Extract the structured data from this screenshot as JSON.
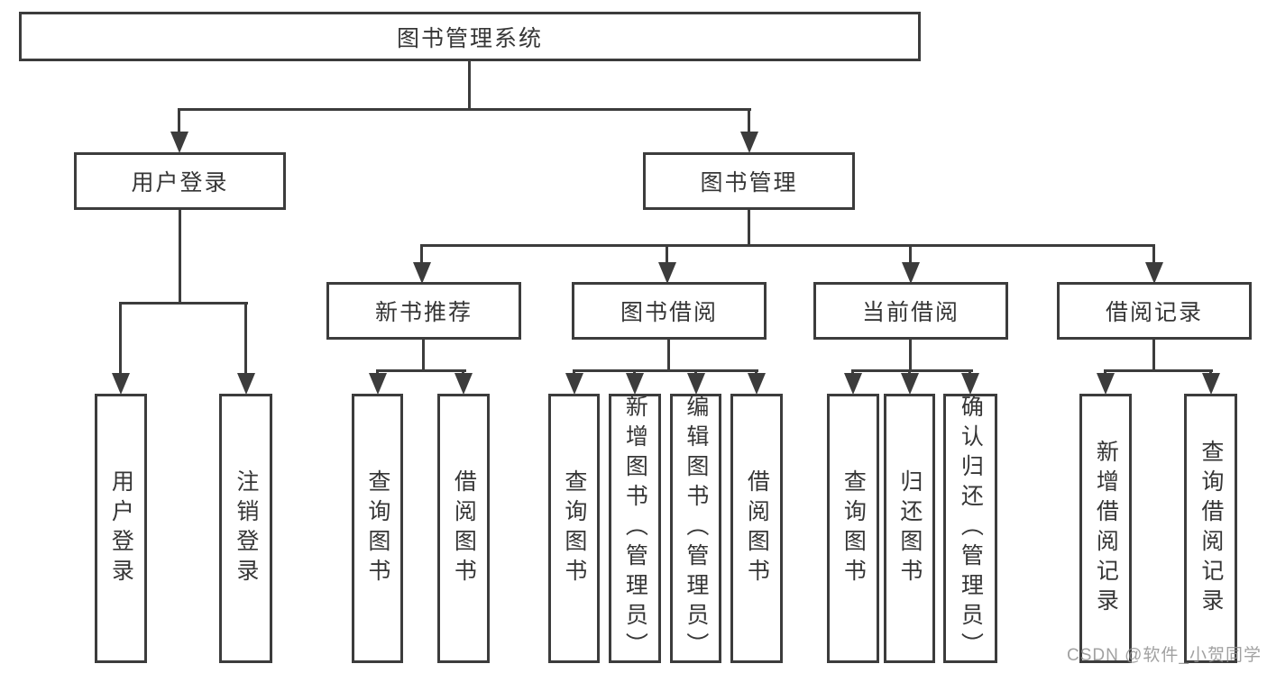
{
  "colors": {
    "line": "#3c3c3c",
    "text": "#363636",
    "box_background": "#ffffff",
    "watermark": "#919191"
  },
  "nodes": {
    "root": {
      "label": "图书管理系统"
    },
    "user_login": {
      "label": "用户登录"
    },
    "book_mgmt": {
      "label": "图书管理"
    },
    "new_book_rec": {
      "label": "新书推荐"
    },
    "book_borrow": {
      "label": "图书借阅"
    },
    "current_borrow": {
      "label": "当前借阅"
    },
    "borrow_records": {
      "label": "借阅记录"
    },
    "leaf_user_login": {
      "label": "用户登录"
    },
    "leaf_logout": {
      "label": "注销登录"
    },
    "leaf_nb_query": {
      "label": "查询图书"
    },
    "leaf_nb_borrow": {
      "label": "借阅图书"
    },
    "leaf_bb_query": {
      "label": "查询图书"
    },
    "leaf_bb_add": {
      "label": "新增图书（管理员）"
    },
    "leaf_bb_edit": {
      "label": "编辑图书（管理员）"
    },
    "leaf_bb_borrow": {
      "label": "借阅图书"
    },
    "leaf_cb_query": {
      "label": "查询图书"
    },
    "leaf_cb_return": {
      "label": "归还图书"
    },
    "leaf_cb_confirm": {
      "label": "确认归还（管理员）"
    },
    "leaf_br_add": {
      "label": "新增借阅记录"
    },
    "leaf_br_query": {
      "label": "查询借阅记录"
    }
  },
  "hierarchy": {
    "图书管理系统": {
      "用户登录": [
        "用户登录",
        "注销登录"
      ],
      "图书管理": {
        "新书推荐": [
          "查询图书",
          "借阅图书"
        ],
        "图书借阅": [
          "查询图书",
          "新增图书（管理员）",
          "编辑图书（管理员）",
          "借阅图书"
        ],
        "当前借阅": [
          "查询图书",
          "归还图书",
          "确认归还（管理员）"
        ],
        "借阅记录": [
          "新增借阅记录",
          "查询借阅记录"
        ]
      }
    }
  },
  "watermark": {
    "text": "CSDN @软件_小贺同学"
  }
}
